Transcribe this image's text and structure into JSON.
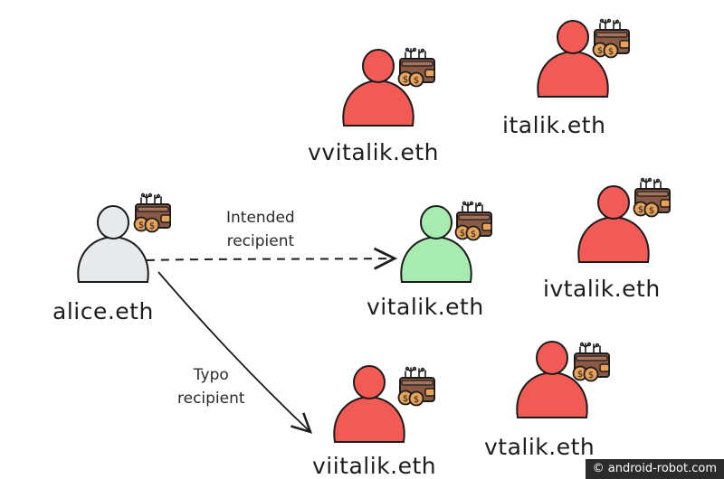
{
  "people": [
    {
      "id": "alice",
      "label": "alice.eth",
      "role": "sender",
      "color": "#e7eaec"
    },
    {
      "id": "vitalik",
      "label": "vitalik.eth",
      "role": "intended",
      "color": "#a8ebb0"
    },
    {
      "id": "vvitalik",
      "label": "vvitalik.eth",
      "role": "impostor",
      "color": "#f15a55"
    },
    {
      "id": "italik",
      "label": "italik.eth",
      "role": "impostor",
      "color": "#f15a55"
    },
    {
      "id": "ivtalik",
      "label": "ivtalik.eth",
      "role": "impostor",
      "color": "#f15a55"
    },
    {
      "id": "viitalik",
      "label": "viitalik.eth",
      "role": "impostor",
      "color": "#f15a55"
    },
    {
      "id": "vtalik",
      "label": "vtalik.eth",
      "role": "impostor",
      "color": "#f15a55"
    }
  ],
  "edges": [
    {
      "from": "alice",
      "to": "vitalik",
      "style": "dashed",
      "label": "Intended\nrecipient"
    },
    {
      "from": "alice",
      "to": "viitalik",
      "style": "solid",
      "label": "Typo\nrecipient"
    }
  ],
  "labels": {
    "intended_line1": "Intended",
    "intended_line2": "recipient",
    "typo_line1": "Typo",
    "typo_line2": "recipient"
  },
  "watermark": "© android-robot.com",
  "icons": {
    "wallet": "wallet-icon",
    "coin": "coin-icon"
  },
  "colors": {
    "outline": "#1c1c1c",
    "wallet": "#8a5a44",
    "coin": "#e8a25a"
  }
}
